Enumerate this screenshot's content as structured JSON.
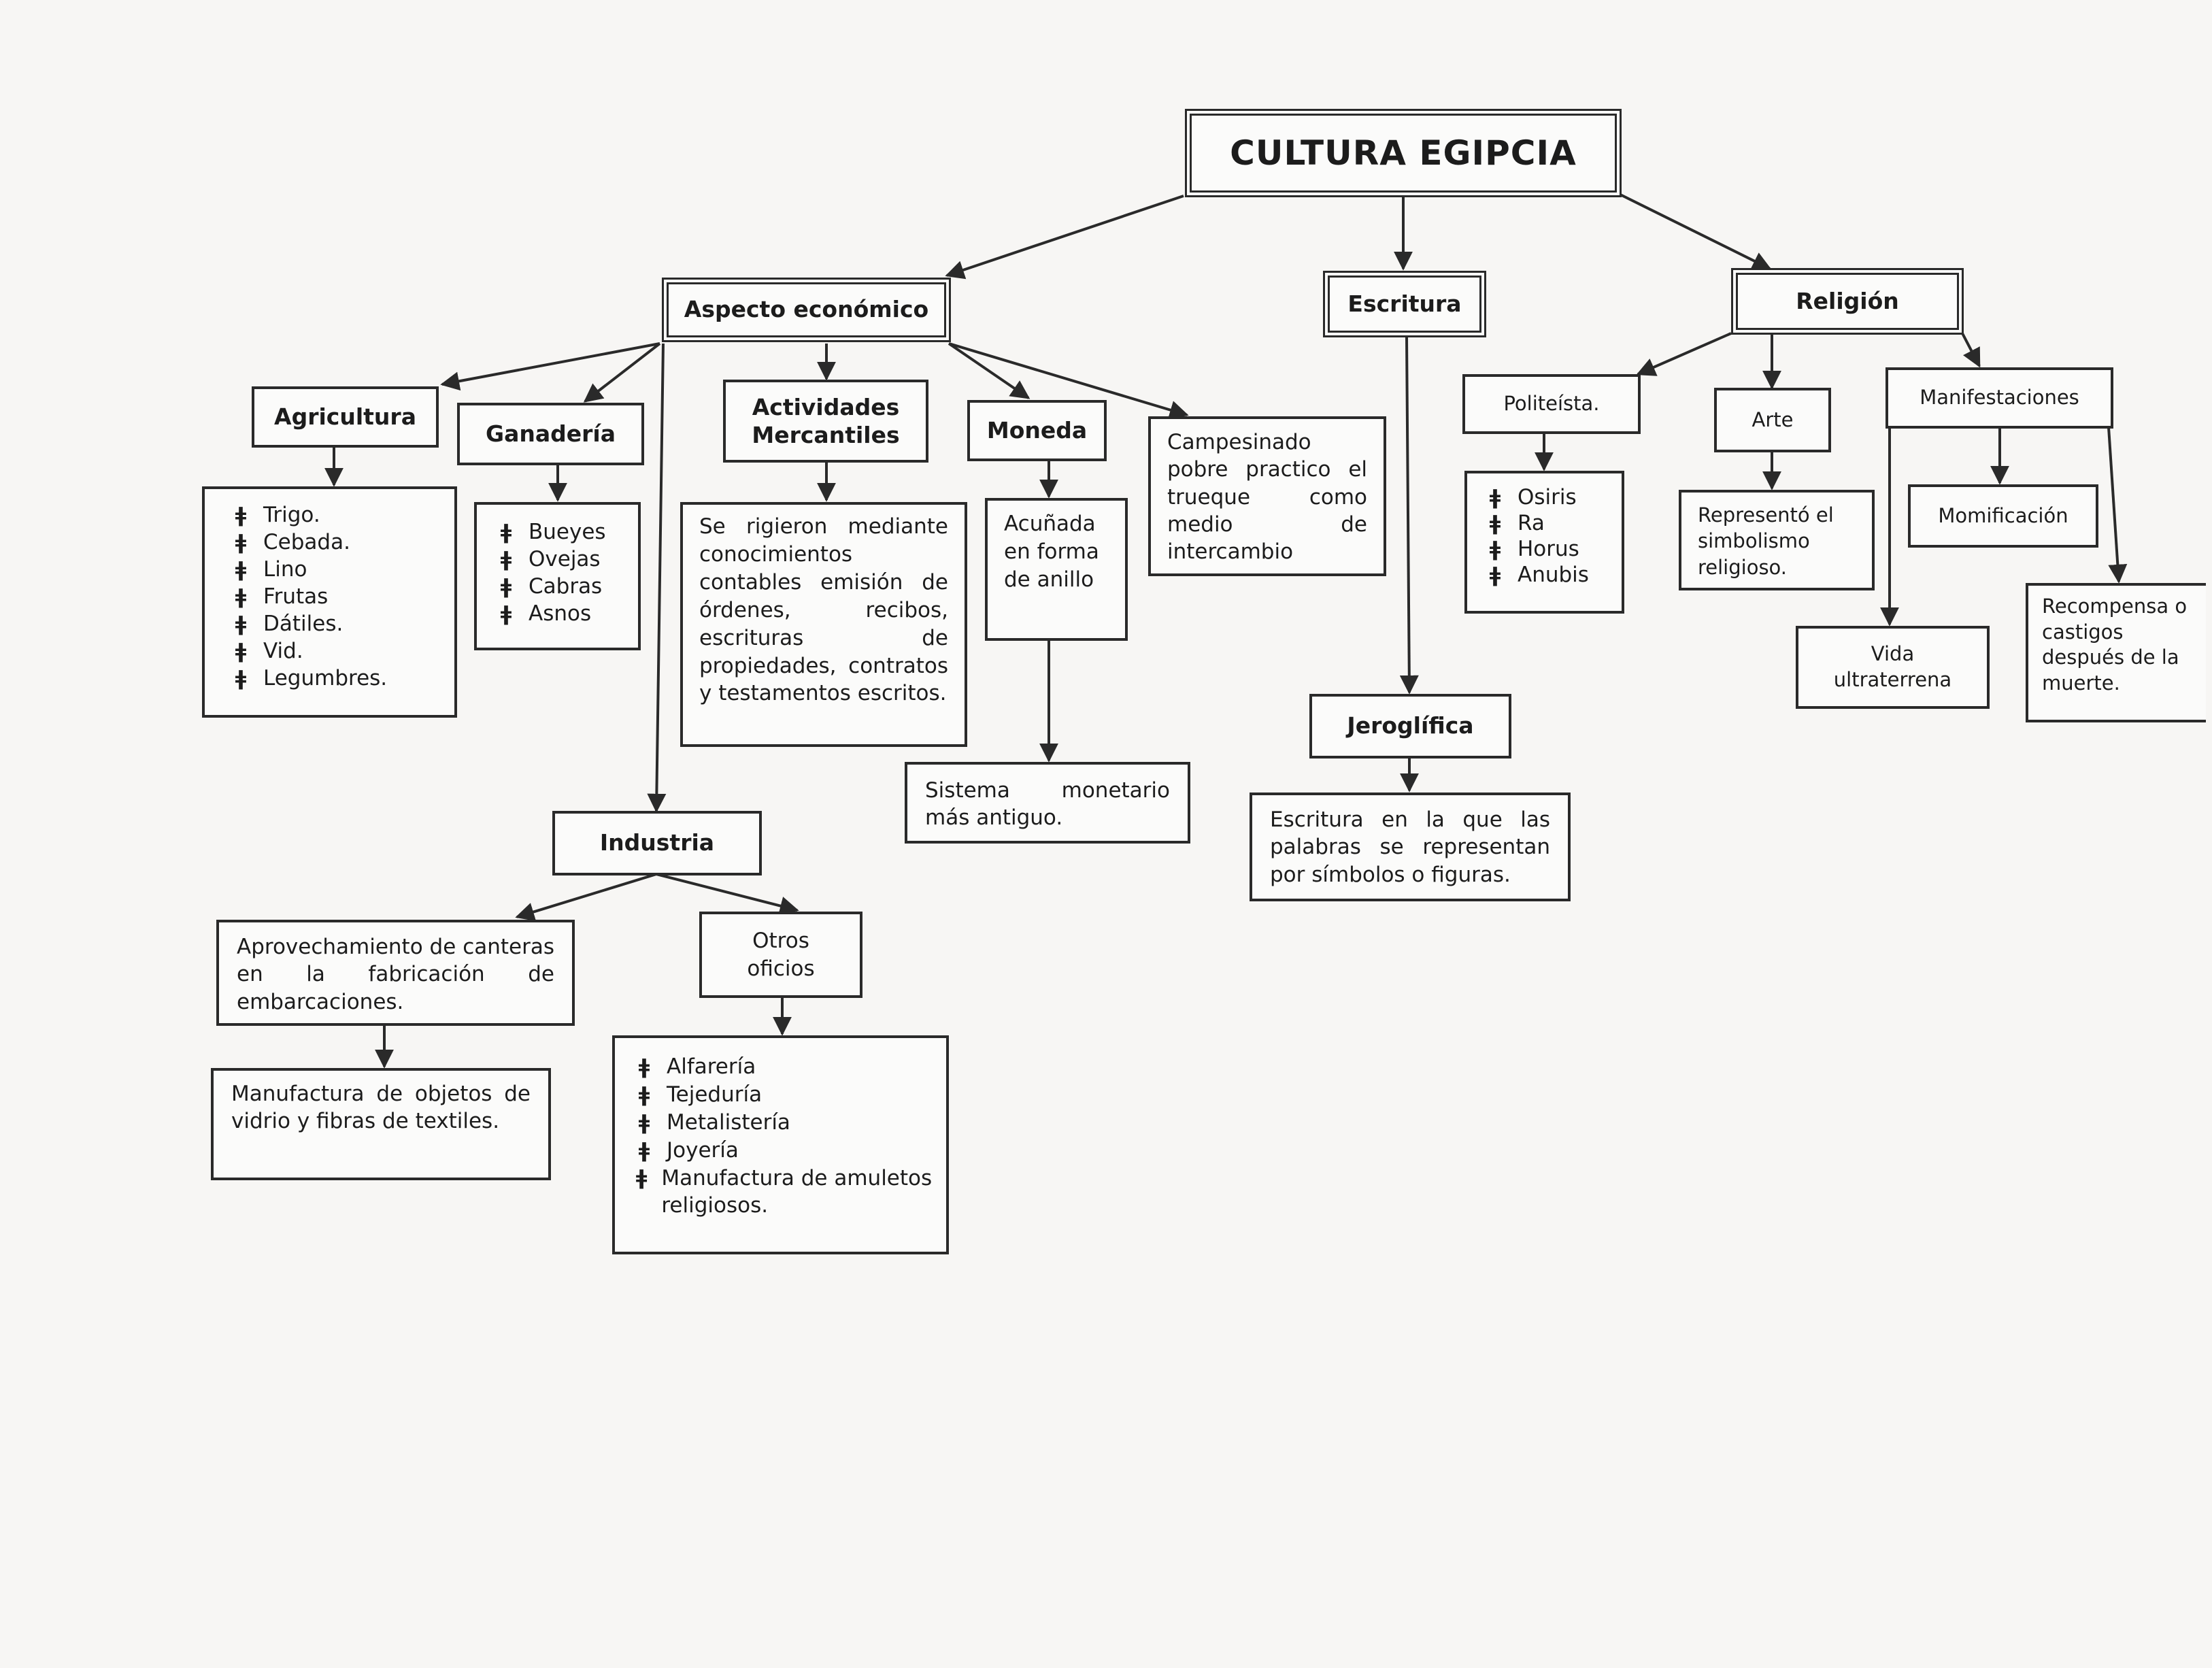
{
  "title": "CULTURA EGIPCIA",
  "economico": {
    "label": "Aspecto económico",
    "agricultura": {
      "label": "Agricultura",
      "items": [
        "Trigo.",
        "Cebada.",
        "Lino",
        "Frutas",
        "Dátiles.",
        "Vid.",
        "Legumbres."
      ]
    },
    "ganaderia": {
      "label": "Ganadería",
      "items": [
        "Bueyes",
        "Ovejas",
        "Cabras",
        "Asnos"
      ]
    },
    "mercantiles": {
      "label_line1": "Actividades",
      "label_line2": "Mercantiles",
      "text": "Se rigieron mediante conocimientos contables emisión de órdenes, recibos, escrituras de propiedades, contratos y testamentos escritos."
    },
    "moneda": {
      "label": "Moneda",
      "text": "Acuñada en forma de anillo",
      "sistema": "Sistema monetario más antiguo."
    },
    "campesinado": {
      "text": "Campesinado pobre practico el trueque como medio de intercambio"
    },
    "industria": {
      "label": "Industria",
      "canteras": "Aprovechamiento de canteras en la fabricación de embarcaciones.",
      "manufactura": "Manufactura de objetos de vidrio y fibras de textiles.",
      "oficios": {
        "label_line1": "Otros",
        "label_line2": "oficios",
        "items": [
          "Alfarería",
          "Tejeduría",
          "Metalistería",
          "Joyería",
          "Manufactura de amuletos religiosos."
        ]
      }
    }
  },
  "escritura": {
    "label": "Escritura",
    "jeroglifica": {
      "label": "Jeroglífica",
      "text": "Escritura en la que las palabras se representan por símbolos o figuras."
    }
  },
  "religion": {
    "label": "Religión",
    "politeista": {
      "label": "Politeísta.",
      "items": [
        "Osiris",
        "Ra",
        "Horus",
        "Anubis"
      ]
    },
    "arte": {
      "label": "Arte",
      "text": "Representó el simbolismo religioso."
    },
    "manifestaciones": {
      "label": "Manifestaciones",
      "momificacion": "Momificación",
      "vida_line1": "Vida",
      "vida_line2": "ultraterrena",
      "recompensa": "Recompensa o castigos después de la muerte."
    }
  },
  "bullet_glyph": "ǂ",
  "colors": {
    "ink": "#2a2a2a",
    "paper": "#f7f6f4"
  }
}
